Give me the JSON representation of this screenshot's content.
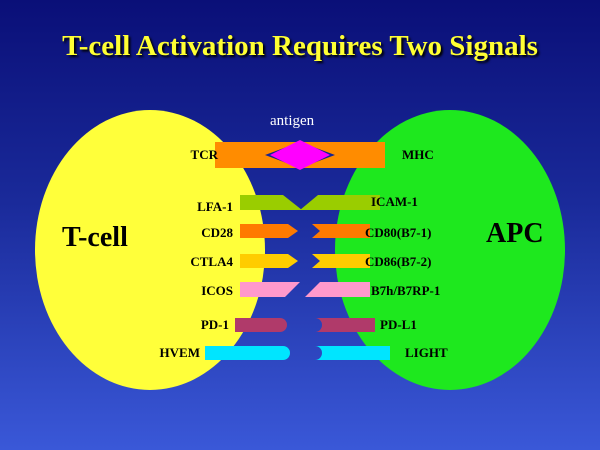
{
  "title": "T-cell Activation Requires Two Signals",
  "antigen_label": "antigen",
  "tcell": {
    "name": "T-cell",
    "color": "#ffff3a",
    "receptors": [
      "TCR",
      "LFA-1",
      "CD28",
      "CTLA4",
      "ICOS",
      "PD-1",
      "HVEM"
    ]
  },
  "apc": {
    "name": "APC",
    "color": "#1ee81e",
    "ligands": [
      "MHC",
      "ICAM-1",
      "CD80(B7-1)",
      "CD86(B7-2)",
      "B7h/B7RP-1",
      "PD-L1",
      "LIGHT"
    ]
  },
  "colors": {
    "tcr_mhc": "#ff8c00",
    "antigen": "#ff00ff",
    "lfa_icam": "#9acd00",
    "cd28": "#ff7a00",
    "ctla4": "#ffcc00",
    "icos": "#ff99cc",
    "pd1": "#b03a6a",
    "hvem": "#00e5ff"
  }
}
